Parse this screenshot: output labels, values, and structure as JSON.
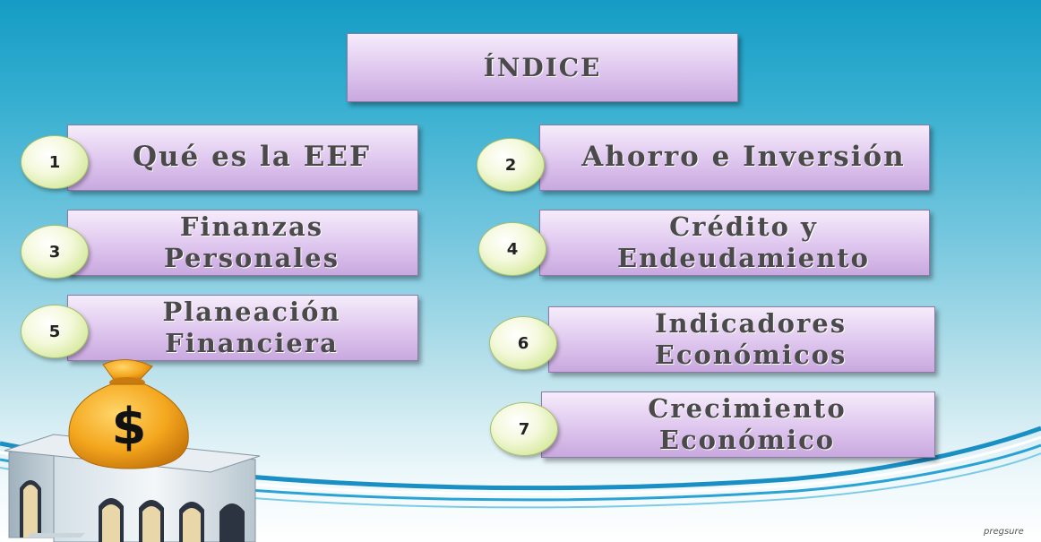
{
  "title": "ÍNDICE",
  "items": [
    {
      "number": "1",
      "label": "Qué es la EEF"
    },
    {
      "number": "2",
      "label": "Ahorro e Inversión"
    },
    {
      "number": "3",
      "label": "Finanzas\nPersonales"
    },
    {
      "number": "4",
      "label": "Crédito y\nEndeudamiento"
    },
    {
      "number": "5",
      "label": "Planeación\nFinanciera"
    },
    {
      "number": "6",
      "label": "Indicadores\nEconómicos"
    },
    {
      "number": "7",
      "label": "Crecimiento\nEconómico"
    }
  ],
  "money_bag_symbol": "$",
  "watermark": "pregsure",
  "colors": {
    "box_fill": "#dec6ee",
    "circle_fill": "#d9eba4",
    "sky_top": "#159cc4",
    "wave": "#1a8fc4"
  }
}
